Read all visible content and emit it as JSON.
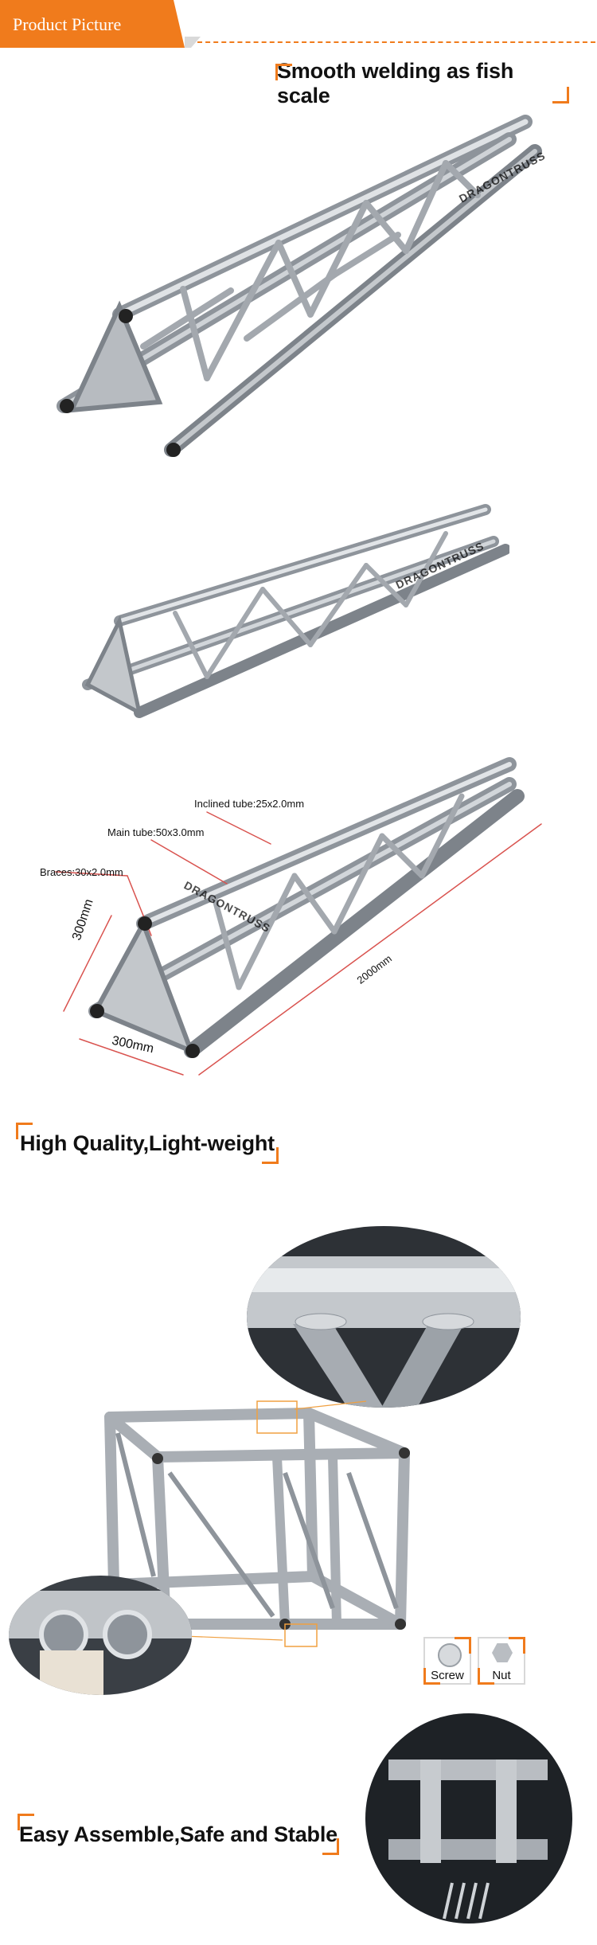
{
  "header": {
    "section_title": "Product Picture",
    "accent": "#f07b1c"
  },
  "captions": {
    "welding": "Smooth welding as fish scale",
    "quality": "High Quality,Light-weight",
    "assemble": "Easy Assemble,Safe and Stable"
  },
  "annotations": {
    "inclined_tube": "Inclined tube:25x2.0mm",
    "main_tube": "Main tube:50x3.0mm",
    "braces": "Braces:30x2.0mm",
    "height": "300mm",
    "width": "300mm",
    "length": "2000mm",
    "watermark": "DRAGONTRUSS"
  },
  "hardware": {
    "screw": "Screw",
    "nut": "Nut"
  },
  "colors": {
    "metal": "#b9bdc2",
    "metal_dark": "#6f757c",
    "accent": "#f07b1c",
    "dim_line": "#d9534f"
  }
}
